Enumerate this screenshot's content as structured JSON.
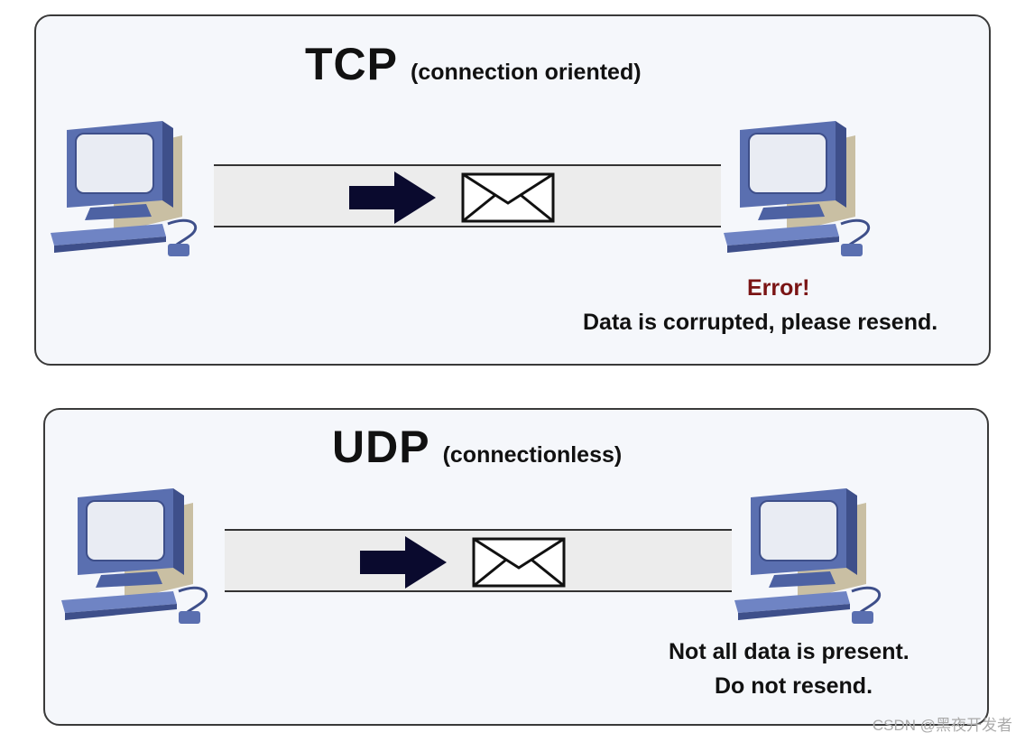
{
  "tcp": {
    "name": "TCP",
    "subtitle": "(connection oriented)",
    "error_label": "Error!",
    "message": "Data is corrupted, please resend."
  },
  "udp": {
    "name": "UDP",
    "subtitle": "(connectionless)",
    "message_line1": "Not all data is present.",
    "message_line2": "Do not resend."
  },
  "icons": {
    "computer": "computer-icon",
    "arrow": "right-arrow-icon",
    "envelope": "envelope-icon"
  },
  "colors": {
    "panel_bg": "#f5f7fb",
    "monitor_body": "#5a6fb0",
    "monitor_screen": "#e9ecf3",
    "arrow": "#0a0a2e",
    "error_text": "#7a1414"
  },
  "watermark": "CSDN @黑夜开发者"
}
